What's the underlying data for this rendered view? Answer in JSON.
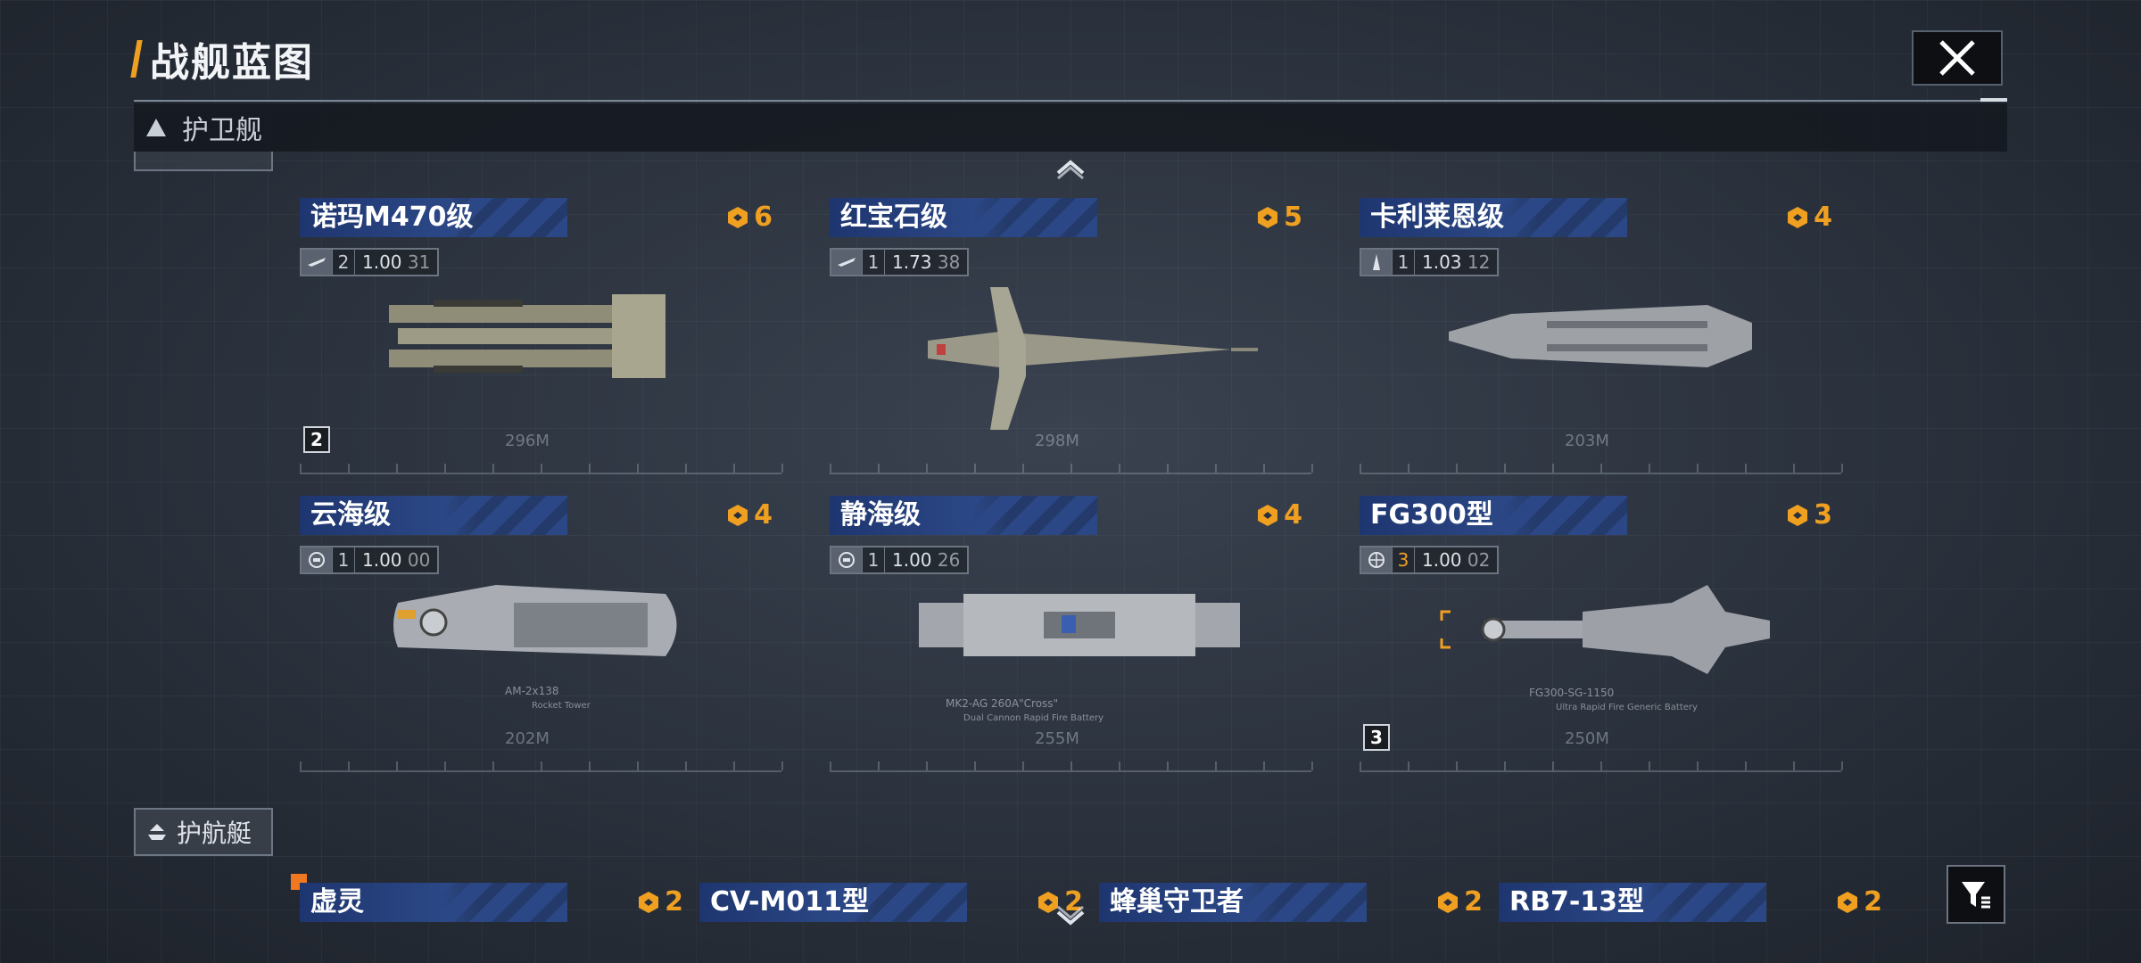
{
  "header": {
    "title": "战舰蓝图"
  },
  "sections": {
    "frigate": "护卫舰",
    "corvette": "护航艇"
  },
  "cards": [
    {
      "name": "诺玛M470级",
      "cost": "6",
      "tier": "2",
      "stat": "1.00",
      "stat_sub": "31",
      "length": "296M",
      "badge": "2"
    },
    {
      "name": "红宝石级",
      "cost": "5",
      "tier": "1",
      "stat": "1.73",
      "stat_sub": "38",
      "length": "298M"
    },
    {
      "name": "卡利莱恩级",
      "cost": "4",
      "tier": "1",
      "stat": "1.03",
      "stat_sub": "12",
      "length": "203M"
    },
    {
      "name": "云海级",
      "cost": "4",
      "tier": "1",
      "stat": "1.00",
      "stat_sub": "00",
      "length": "202M",
      "weapon": "AM-2x138",
      "weapon_sub": "Rocket Tower"
    },
    {
      "name": "静海级",
      "cost": "4",
      "tier": "1",
      "stat": "1.00",
      "stat_sub": "26",
      "length": "255M",
      "weapon": "MK2-AG 260A\"Cross\"",
      "weapon_sub": "Dual Cannon Rapid Fire Battery"
    },
    {
      "name": "FG300型",
      "cost": "3",
      "tier": "3",
      "stat": "1.00",
      "stat_sub": "02",
      "length": "250M",
      "badge": "3",
      "weapon": "FG300-SG-1150",
      "weapon_sub": "Ultra Rapid Fire Generic Battery"
    }
  ],
  "small_cards": [
    {
      "name": "虚灵",
      "cost": "2"
    },
    {
      "name": "CV-M011型",
      "cost": "2"
    },
    {
      "name": "蜂巢守卫者",
      "cost": "2"
    },
    {
      "name": "RB7-13型",
      "cost": "2"
    }
  ],
  "colors": {
    "accent": "#f0a020",
    "card_header": "#2b4785",
    "new_badge": "#f07820"
  }
}
